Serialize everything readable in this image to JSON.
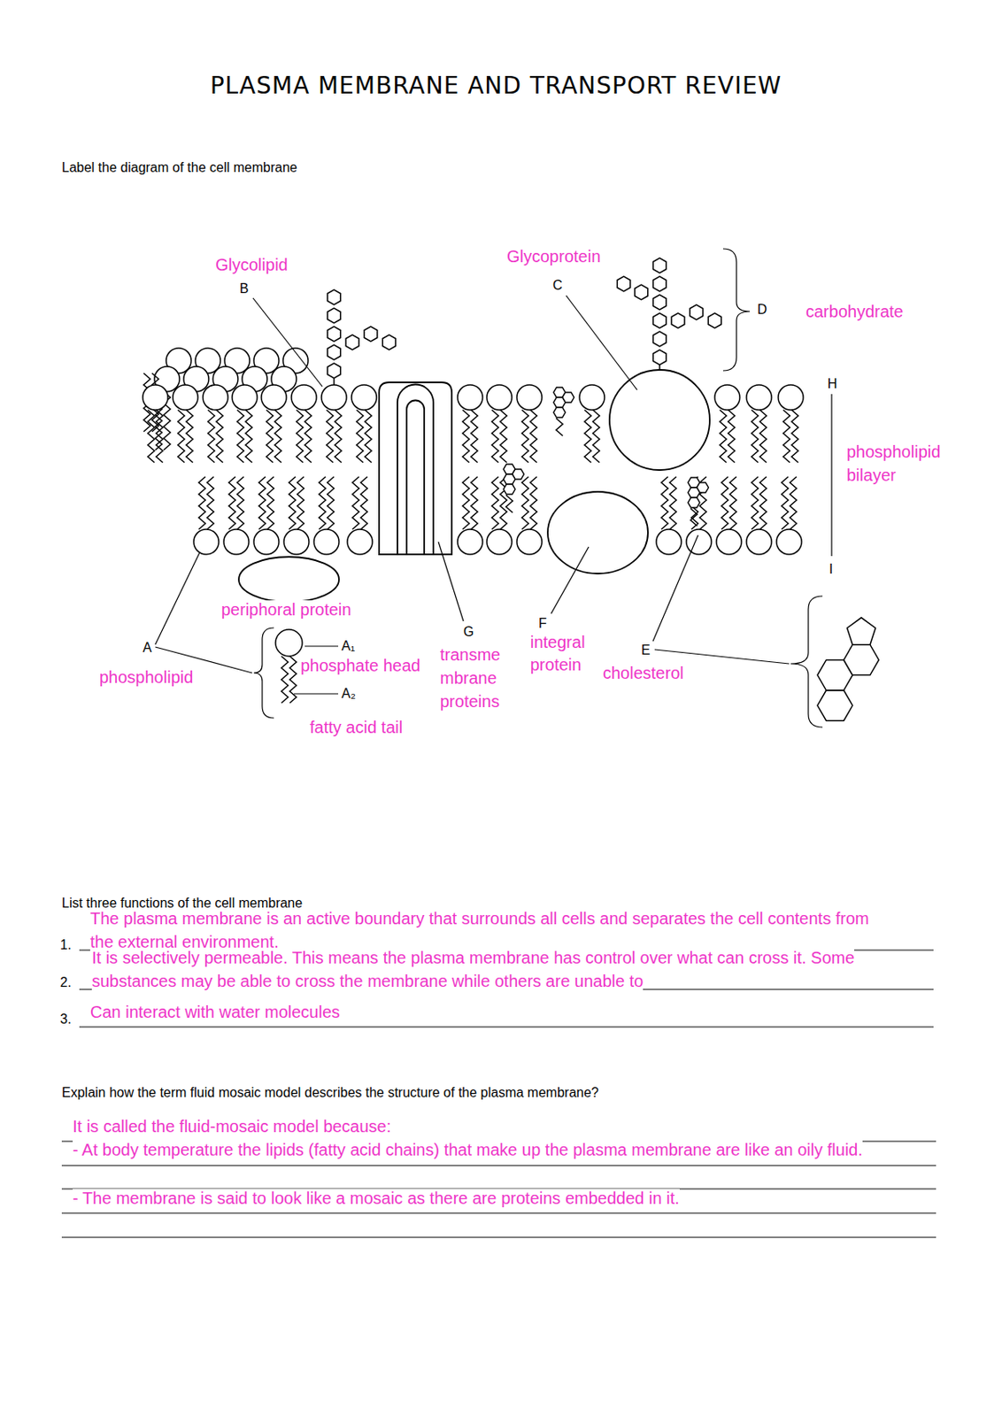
{
  "diagram": {
    "title": "PLASMA MEMBRANE AND TRANSPORT REVIEW",
    "labels": [
      "Label the diagram of the cell membrane",
      "Glycolipid",
      "B",
      "Glycoprotein",
      "C",
      "D",
      "carbohydrate",
      "H",
      "phospholipid bilayer",
      "I",
      "periphoral protein",
      "A",
      "A₁",
      "A₂",
      "G",
      "F",
      "E",
      "phospholipid",
      "phosphate head",
      "transme mbrane proteins",
      "integral protein",
      "cholesterol",
      "fatty acid tail",
      "List three functions of the cell membrane",
      "1.",
      "The plasma membrane is an active boundary that surrounds all cells and separates the cell contents from the external environment.",
      "2.",
      "It is selectively permeable. This means the plasma membrane has control over what can cross it. Some substances may be able to cross the membrane while others are unable to",
      "3.",
      "Can interact with water molecules",
      "Explain how the term fluid mosaic model describes the structure of the plasma membrane?",
      "It is called the fluid-mosaic model because:",
      "- At body temperature the lipids (fatty acid chains) that make up the plasma membrane are like an oily fluid.",
      "- The membrane is said to look like a mosaic as there are proteins embedded in it."
    ]
  }
}
